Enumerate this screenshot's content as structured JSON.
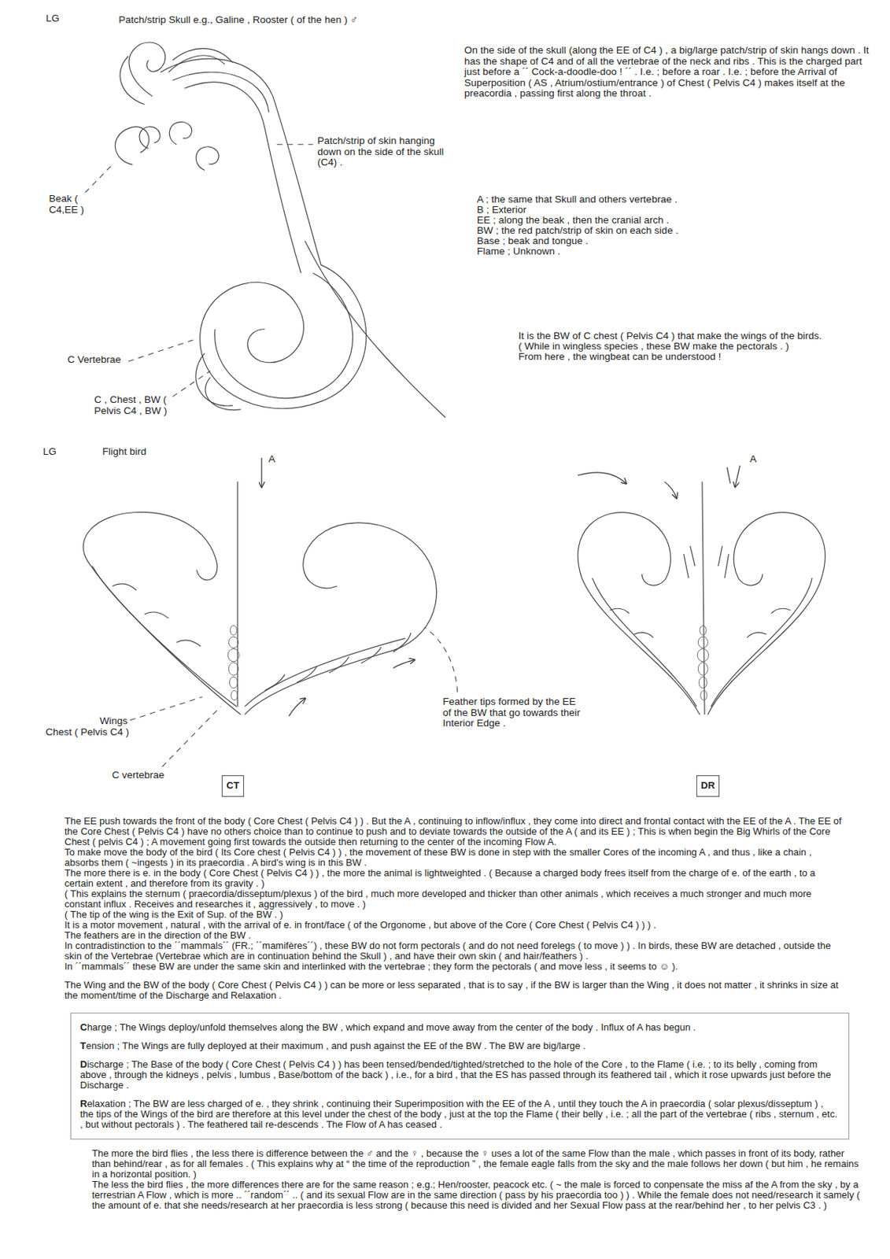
{
  "diagram": {
    "nodes": [
      {
        "text": [
          "CT"
        ]
      },
      {
        "text": [
          "DR"
        ]
      },
      {
        "text": [
          "Charge ;  The Wings deploy/unfold themselves along the BW , which expand and move away from the center of the body . Influx of A has begun .",
          "Tension ;  The Wings are fully deployed at their maximum , and push against the EE of the BW . The BW are big/large .",
          "Discharge ;  The Base of the body ( Core Chest ( Pelvis C4 ) ) has been tensed/bended/tighted/stretched to the hole of the Core , to the Flame ( i.e. ; to its belly , coming from above , through the kidneys , pelvis , lumbus , Base/bottom of the back ) , i.e., for a bird , that the ES has passed through its feathered tail , which it rose upwards just before the Discharge .",
          "Relaxation ;  The BW are less charged of e.  , they shrink , continuing their Superimposition with the EE of the A , until they touch the A in praecordia ( solar plexus/disseptum ) , the tips of the Wings of the bird are therefore at this level under the chest of the body , just at the top the Flame ( their belly , i.e. ; all the part of the vertebrae ( ribs , sternum , etc. , but without pectorals ) . The feathered tail re-descends . The Flow of A has ceased ."
        ]
      }
    ],
    "labels": [
      "LG",
      "Patch/strip Skull  e.g., Galine , Rooster ( of the hen ) ♂",
      "On the side of the skull (along the EE of C4 ) , a big/large patch/strip of skin hangs down . It has the shape of C4 and of all the vertebrae of the neck and ribs . This is the charged part just before a ´´ Cock-a-doodle-doo ! ´´ . I.e. ; before a roar . I.e. ; before the Arrival of Superposition ( AS , Atrium/ostium/entrance ) of Chest ( Pelvis C4 ) makes itself at the preacordia , passing first along the throat .",
      "Patch/strip of skin hanging down on the side of the skull (C4) .",
      "Beak ( C4,EE )",
      "A ;  the same that Skull and others vertebrae .",
      "B ;  Exterior",
      "EE ;  along the beak , then the cranial arch .",
      "BW ;  the red patch/strip of skin on each side .",
      "Base ;  beak and tongue .",
      "Flame ;  Unknown .",
      "It is the BW of C chest ( Pelvis C4 ) that make the wings of the birds.",
      "( While in wingless species , these BW make the pectorals . )",
      "From here , the wingbeat can be understood !",
      "C Vertebrae",
      "C , Chest , BW ( Pelvis C4 , BW )",
      "LG",
      "Flight bird",
      "A",
      "A",
      "Wings",
      "Chest ( Pelvis C4 )",
      "C vertebrae",
      "Feather tips formed by the EE of the BW that go towards their Interior Edge .",
      "The EE push towards the front of the body ( Core Chest ( Pelvis C4 ) ) . But the A , continuing to inflow/influx , they come into direct and frontal contact with the EE of the A . The EE of the Core Chest ( Pelvis C4 ) have no others choice than to continue to push and to deviate towards the outside of the A ( and its EE ) ; This is when begin the Big Whirls of the Core Chest ( pelvis C4 ) ; A movement going first towards the outside then returning to the center of the incoming Flow A.",
      "To make move the body of the bird ( Its Core chest ( Pelvis C4 ) ) , the movement of these BW is done in step with the smaller Cores of the incoming A , and thus , like a chain , absorbs them ( ~ingests ) in its praecordia . A bird's wing is in this BW .",
      "The more there is e. in the body ( Core Chest ( Pelvis C4 ) ) , the more the animal is lightweighted  . ( Because a charged body frees itself from the charge of e. of the earth , to a certain extent , and therefore from its gravity . )",
      "( This explains the sternum ( praecordia/disseptum/plexus ) of the bird , much more developed and thicker than other animals , which receives a much stronger and much more constant influx . Receives and researches it , aggressively , to move . )",
      "( The tip of the wing is the Exit of Sup. of the BW . )",
      "It is a motor movement , natural , with the arrival of e. in front/face ( of the Orgonome , but above of the Core ( Core Chest ( Pelvis C4 ) )  ) .",
      "The feathers are in the direction of the BW .",
      "In contradistinction to the ´´mammals´´ (FR.; ´´mamifères´´) , these BW do not form pectorals ( and do not need forelegs ( to move ) ) . In birds, these BW are detached , outside the skin of the Vertebrae (Vertebrae which are in continuation behind the Skull ) , and have their own skin ( and hair/feathers ) .",
      "In ´´mammals´´ these BW are under the same skin and interlinked with the vertebrae ; they form the pectorals ( and move less , it seems to ☺ ).",
      "The Wing and the BW of the body ( Core Chest ( Pelvis C4 ) ) can be more or less separated , that is to say , if the BW is larger than the Wing , it does not matter , it shrinks in size at the moment/time of the Discharge and Relaxation .",
      "The more the bird flies , the less there is difference between the ♂ and the ♀ , because the ♀ uses a lot of the same Flow than the male , which passes in front of its body, rather than behind/rear , as for all females . ( This explains why at “ the time of the reproduction ” , the female eagle falls from the sky and the male follows her down ( but him , he remains in a horizontal position. )",
      "The less the bird flies , the more differences there are for the same reason ; e.g.; Hen/rooster, peacock etc. ( ~ the male is forced to conpensate the miss af the A from the sky , by a terrestrian A Flow , which is more .. ´´random´´ .. ( and its sexual Flow are in the same direction ( pass by his praecordia too ) ) . While the female does not need/research it samely ( the amount of e. that she needs/research at her praecordia is less strong ( because this need is divided and her Sexual Flow pass at the rear/behind her , to her pelvis C3 . )"
    ]
  }
}
